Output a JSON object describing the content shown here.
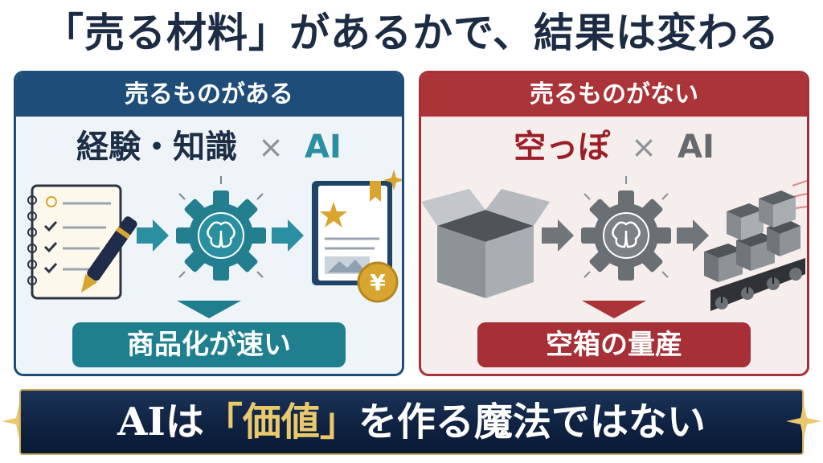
{
  "headline": "「売る材料」があるかで、結果は変わる",
  "left_panel": {
    "header": "売るものがある",
    "formula_term": "経験・知識",
    "formula_times": "×",
    "formula_ai": "AI",
    "result": "商品化が速い",
    "color": "#1d4d78",
    "accent": "#1f7f8f"
  },
  "right_panel": {
    "header": "売るものがない",
    "formula_term": "空っぽ",
    "formula_times": "×",
    "formula_ai": "AI",
    "result": "空箱の量産",
    "color": "#ab3438"
  },
  "coin_symbol": "¥",
  "banner": {
    "prefix": "AIは",
    "highlight": "「価値」",
    "suffix": "を作る魔法ではない"
  },
  "icons": [
    "notebook-pen-icon",
    "brain-gear-icon",
    "book-star-icon",
    "yen-coin-icon",
    "empty-box-icon",
    "conveyor-boxes-icon",
    "arrow-right-icon",
    "sparkle-icon"
  ]
}
